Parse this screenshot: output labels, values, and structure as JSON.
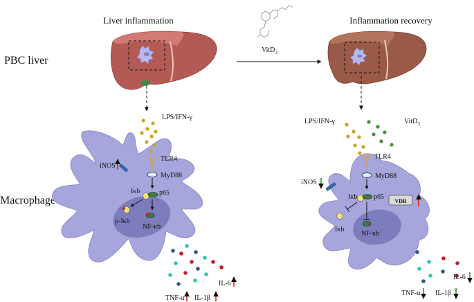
{
  "titles": {
    "left": "Liver inflammation",
    "right": "Inflammation recovery"
  },
  "rows": {
    "top": "PBC liver",
    "bottom": "Macrophage"
  },
  "treatment": {
    "label_main": "VitD",
    "label_sub": "3"
  },
  "left_cell": {
    "stimulus": "LPS/IFN-γ",
    "receptor": "TLR4",
    "adaptor": "MyD88",
    "ikb": "Iκb",
    "p65": "p65",
    "p_ikb": "p-Iκb",
    "nfkb": "NF-κb",
    "inos": "iNOS",
    "cytokines": {
      "tnf": "TNF-α",
      "il1b": "IL-1β",
      "il6": "IL-6"
    },
    "direction": "up"
  },
  "right_cell": {
    "stimulus": "LPS/IFN-γ",
    "vitd_main": "VitD",
    "vitd_sub": "3",
    "receptor": "TLR4",
    "adaptor": "MyD88",
    "ikb": "Iκb",
    "ikb_free": "Iκb",
    "p65": "p65",
    "vdr": "VDR",
    "nfkb": "NF-κb",
    "inos": "iNOS",
    "cytokines": {
      "tnf": "TNF-α",
      "il1b": "IL-1β",
      "il6": "IL-6"
    },
    "direction": "down"
  },
  "colors": {
    "liver_left": "#b45a55",
    "liver_right": "#9a5a48",
    "cell": "#a6a6dc",
    "nucleus": "#7d7dbd",
    "up_arrow": "#e0201c",
    "down_arrow": "#3f8a33"
  }
}
